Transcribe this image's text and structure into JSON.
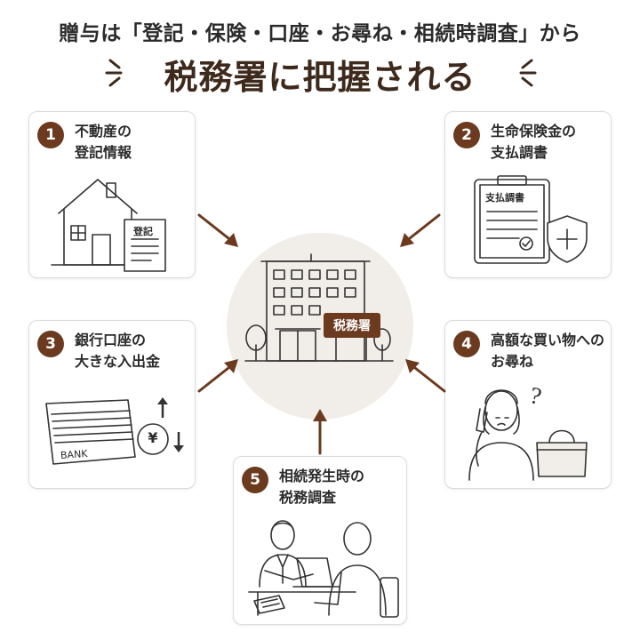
{
  "header": {
    "line1": "贈与は「登記・保険・口座・お尋ね・相続時調査」から",
    "line2": "税務署に把握される"
  },
  "center": {
    "sign": "税務署"
  },
  "cards": [
    {
      "num": "1",
      "label": "不動産の\n登記情報",
      "doc_label": "登記"
    },
    {
      "num": "2",
      "label": "生命保険金の\n支払調書",
      "doc_label": "支払調書"
    },
    {
      "num": "3",
      "label": "銀行口座の\n大きな入出金",
      "doc_label": "BANK",
      "currency": "¥"
    },
    {
      "num": "4",
      "label": "高額な買い物への\nお尋ね",
      "mark": "?"
    },
    {
      "num": "5",
      "label": "相続発生時の\n税務調査"
    }
  ],
  "colors": {
    "accent": "#6b3a1f",
    "hub": "#f1ede9",
    "arrow": "#6b3a1f"
  }
}
